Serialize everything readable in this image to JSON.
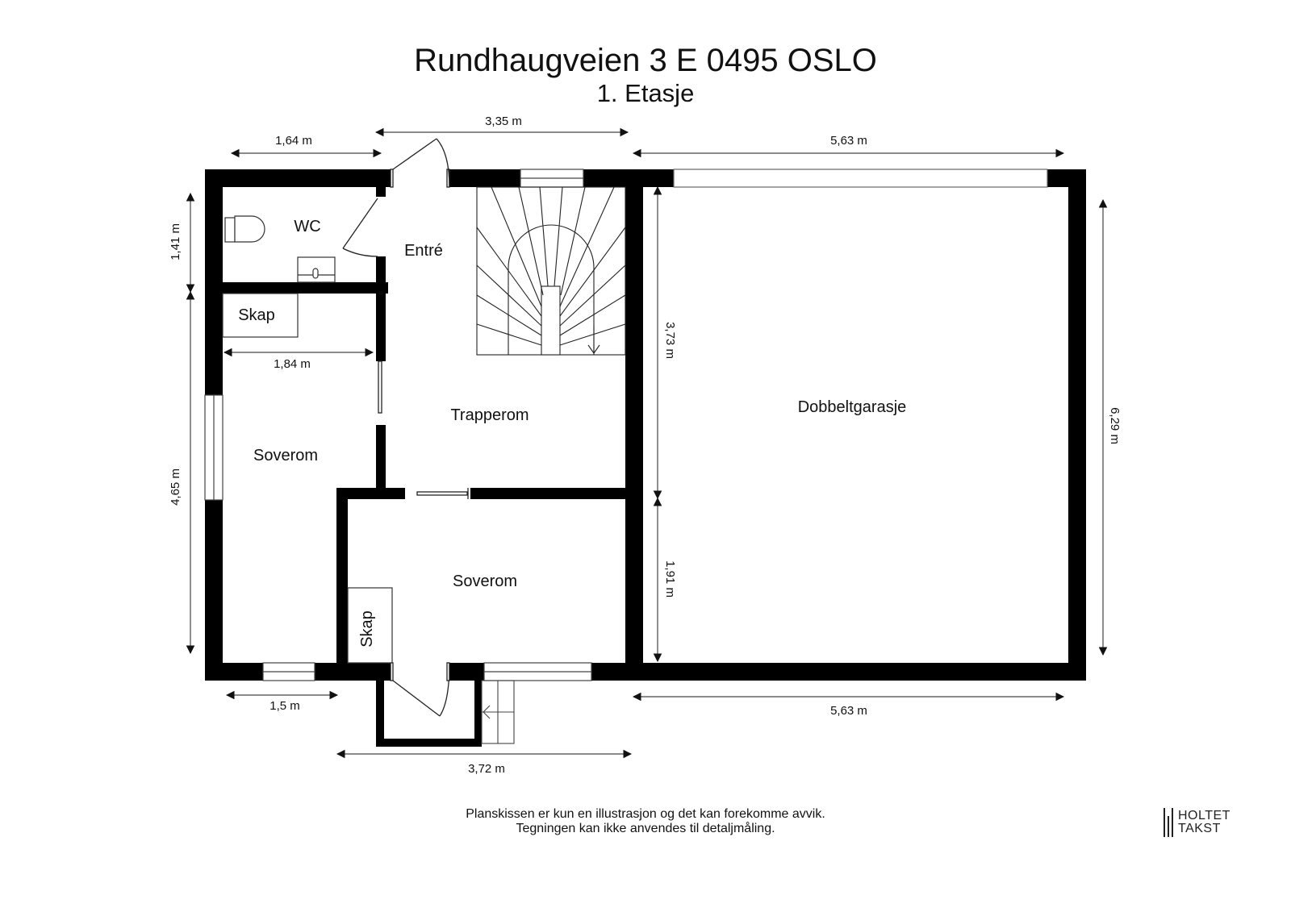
{
  "header": {
    "title": "Rundhaugveien 3 E 0495 OSLO",
    "floor": "1. Etasje"
  },
  "rooms": {
    "wc": "WC",
    "entre": "Entré",
    "skap_top": "Skap",
    "trapperom": "Trapperom",
    "soverom_left": "Soverom",
    "soverom_bottom": "Soverom",
    "skap_bottom": "Skap",
    "dobbeltgarasje": "Dobbeltgarasje"
  },
  "dimensions": {
    "top_left_width": "1,64 m",
    "top_mid_width": "3,35 m",
    "top_right_width": "5,63 m",
    "left_upper_height": "1,41 m",
    "left_lower_height": "4,65 m",
    "inner_bedroom_width": "1,84 m",
    "garage_wall_upper": "3,73 m",
    "garage_wall_lower": "1,91 m",
    "right_height": "6,29 m",
    "bottom_left_width": "1,5 m",
    "bottom_mid_width": "3,72 m",
    "bottom_right_width": "5,63 m"
  },
  "footer": {
    "disclaimer_line1": "Planskissen er kun en illustrasjon og det kan forekomme avvik.",
    "disclaimer_line2": "Tegningen kan ikke anvendes til detaljmåling.",
    "logo_line1": "HOLTET",
    "logo_line2": "TAKST"
  },
  "colors": {
    "wall": "#000000",
    "line": "#333333",
    "background": "#ffffff"
  }
}
